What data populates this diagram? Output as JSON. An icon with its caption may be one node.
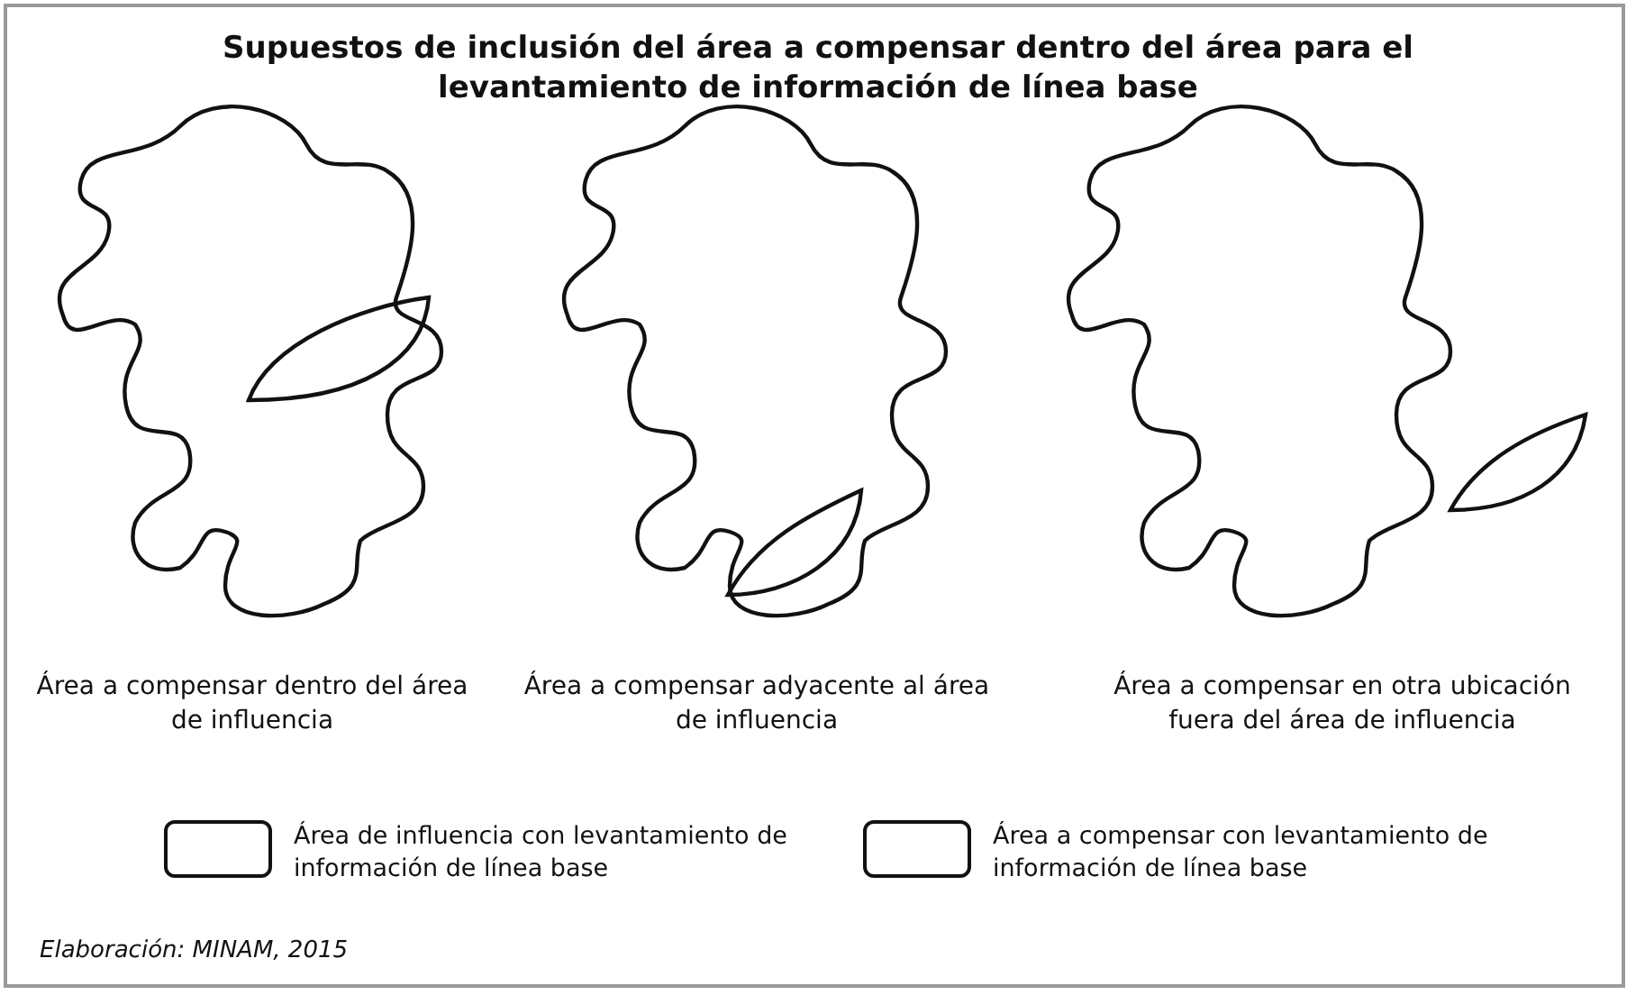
{
  "diagram": {
    "title": "Supuestos de inclusión del área a compensar dentro del área para el levantamiento de información de línea base",
    "caption": "Elaboración: MINAM, 2015",
    "labels": [
      "Área a compensar dentro del área de influencia",
      "Área a compensar adyacente al área de influencia",
      "Área a compensar en otra ubicación fuera del área de influencia"
    ],
    "legend": [
      {
        "text": "Área de influencia con levantamiento de información de línea base"
      },
      {
        "text": "Área a compensar con levantamiento de información de línea base"
      }
    ]
  }
}
